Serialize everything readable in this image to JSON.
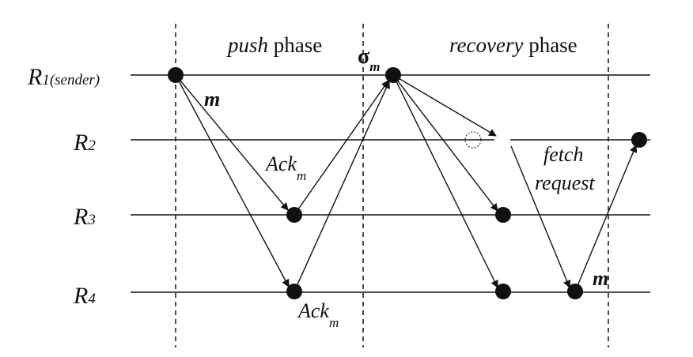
{
  "phases": {
    "push": {
      "word": "push",
      "suffix": " phase"
    },
    "recovery": {
      "word": "recovery",
      "suffix": " phase"
    }
  },
  "rows": {
    "r1": {
      "main": "R",
      "num": "1",
      "note": "(sender)"
    },
    "r2": {
      "main": "R",
      "num": "2"
    },
    "r3": {
      "main": "R",
      "num": "3"
    },
    "r4": {
      "main": "R",
      "num": "4"
    }
  },
  "messages": {
    "m_push": "m",
    "ack_upper": {
      "main": "Ack",
      "sub": "m"
    },
    "ack_lower": {
      "main": "Ack",
      "sub": "m"
    },
    "sigma": {
      "main": "σ",
      "sub": "m"
    },
    "fetch_line1": "fetch",
    "fetch_line2": "request",
    "m_recovery": "m"
  },
  "colors": {
    "ink": "#111111",
    "background": "#ffffff"
  }
}
